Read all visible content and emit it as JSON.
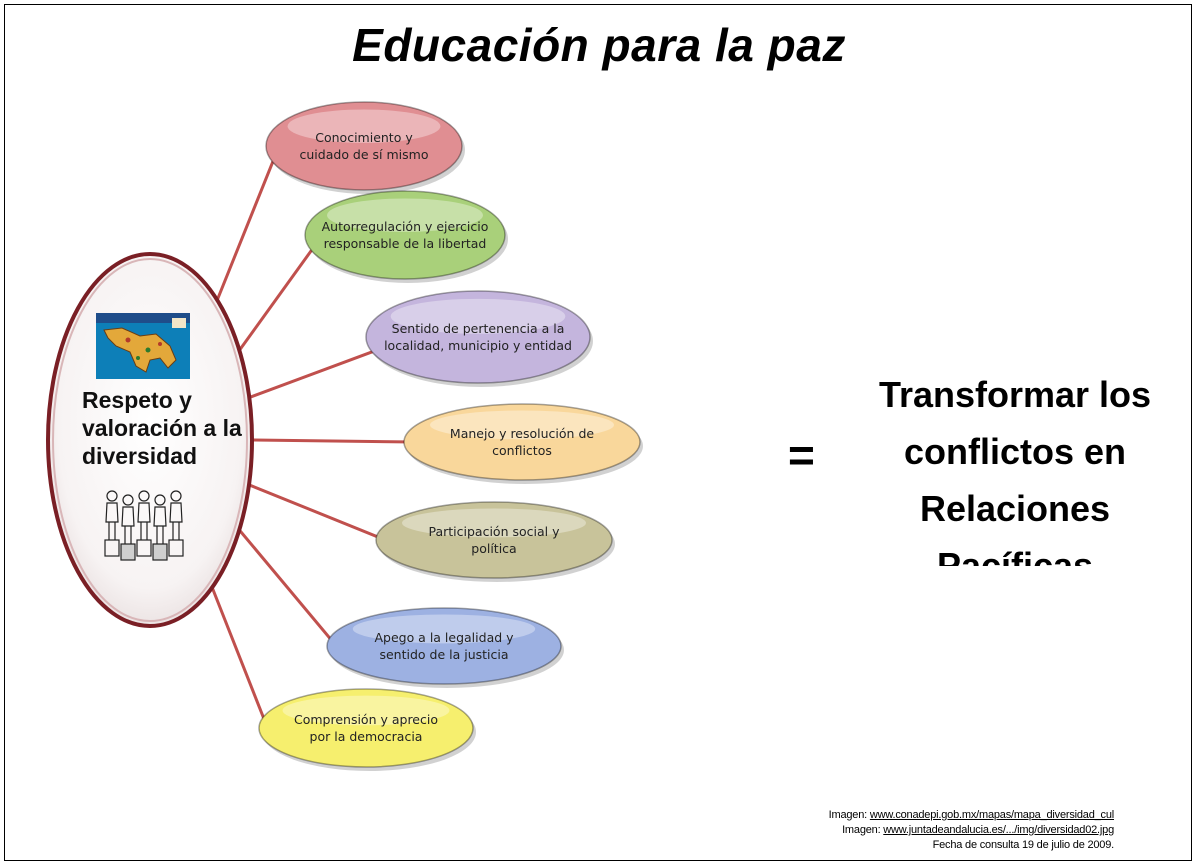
{
  "title": "Educación para la paz",
  "hub": {
    "label": "Respeto y valoración a la diversidad",
    "colors": {
      "border": "#7a1f25",
      "fill": "#ffffff"
    }
  },
  "nodes": [
    {
      "text": "Conocimiento y cuidado de sí mismo",
      "color": "#e08e92"
    },
    {
      "text": "Autorregulación y ejercicio responsable de la libertad",
      "color": "#a9d07a"
    },
    {
      "text": "Sentido de pertenencia a la localidad, municipio y entidad",
      "color": "#c4b5dd"
    },
    {
      "text": "Manejo y resolución de conflictos",
      "color": "#f9d79b"
    },
    {
      "text": "Participación social y política",
      "color": "#c8c39a"
    },
    {
      "text": "Apego a la legalidad y sentido de la justicia",
      "color": "#9db1e2"
    },
    {
      "text": "Comprensión y aprecio por la democracia",
      "color": "#f6ef6e"
    }
  ],
  "connector_color": "#c0504d",
  "equals": "=",
  "result": "Transformar los conflictos en Relaciones Pacíficas",
  "credits": {
    "line1_prefix": "Imagen: ",
    "line1_link": "www.conadepi.gob.mx/mapas/mapa_diversidad_cul",
    "line2_prefix": "Imagen: ",
    "line2_link": "www.juntadeandalucia.es/.../img/diversidad02.jpg",
    "line3": "Fecha de consulta 19 de julio de 2009."
  }
}
